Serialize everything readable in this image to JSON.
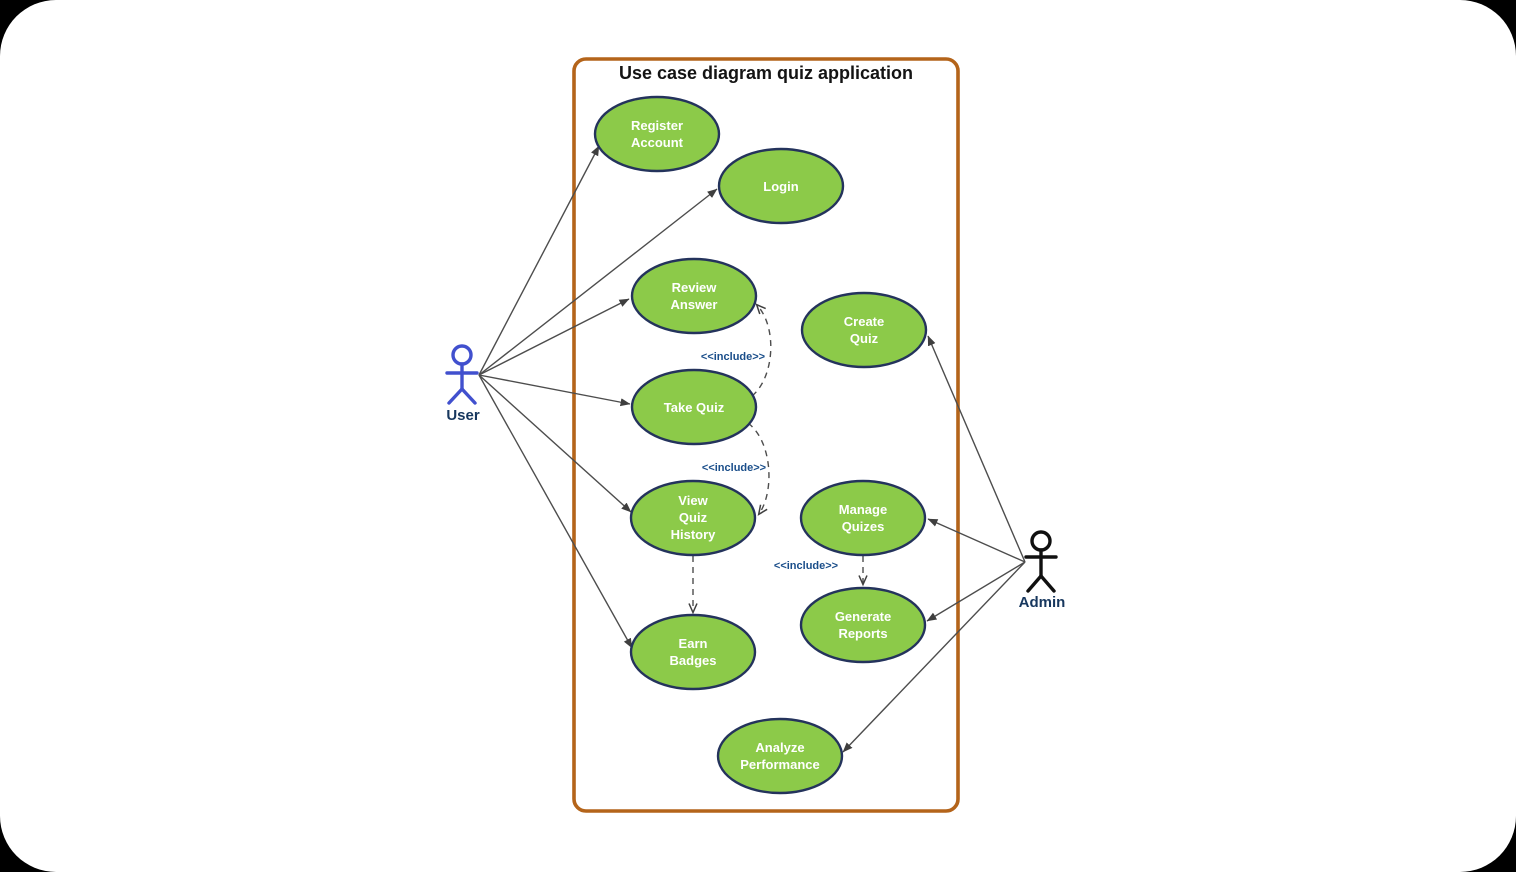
{
  "diagram": {
    "title": "Use case diagram quiz application",
    "colors": {
      "boundary": "#B4641A",
      "use_case_fill": "#8CCA49",
      "use_case_stroke": "#24335C",
      "connector": "#4d4d4d",
      "include_text": "#1A4E8A",
      "user_actor": "#4150CE",
      "admin_actor": "#101010",
      "actor_label": "#17375E"
    },
    "actors": {
      "user": {
        "label": "User"
      },
      "admin": {
        "label": "Admin"
      }
    },
    "use_cases": {
      "register_account": {
        "line1": "Register",
        "line2": "Account"
      },
      "login": {
        "line1": "Login"
      },
      "review_answer": {
        "line1": "Review",
        "line2": "Answer"
      },
      "create_quiz": {
        "line1": "Create",
        "line2": "Quiz"
      },
      "take_quiz": {
        "line1": "Take Quiz"
      },
      "view_quiz_history": {
        "line1": "View",
        "line2": "Quiz",
        "line3": "History"
      },
      "manage_quizes": {
        "line1": "Manage",
        "line2": "Quizes"
      },
      "generate_reports": {
        "line1": "Generate",
        "line2": "Reports"
      },
      "earn_badges": {
        "line1": "Earn",
        "line2": "Badges"
      },
      "analyze_performance": {
        "line1": "Analyze",
        "line2": "Performance"
      }
    },
    "includes": {
      "take_quiz_review_answer": {
        "from": "Take Quiz",
        "to": "Review Answer",
        "label": "<<include>>"
      },
      "take_quiz_view_quiz_history": {
        "from": "Take Quiz",
        "to": "View Quiz History",
        "label": "<<include>>"
      },
      "view_quiz_history_earn_badges": {
        "from": "View Quiz History",
        "to": "Earn Badges",
        "label": ""
      },
      "manage_quizes_generate_reports": {
        "from": "Manage Quizes",
        "to": "Generate Reports",
        "label": "<<include>>"
      }
    },
    "associations": [
      {
        "from": "User",
        "to": "Register Account"
      },
      {
        "from": "User",
        "to": "Login"
      },
      {
        "from": "User",
        "to": "Review Answer"
      },
      {
        "from": "User",
        "to": "Take Quiz"
      },
      {
        "from": "User",
        "to": "View Quiz History"
      },
      {
        "from": "User",
        "to": "Earn Badges"
      },
      {
        "from": "Admin",
        "to": "Create Quiz"
      },
      {
        "from": "Admin",
        "to": "Manage Quizes"
      },
      {
        "from": "Admin",
        "to": "Generate Reports"
      },
      {
        "from": "Admin",
        "to": "Analyze Performance"
      }
    ]
  }
}
